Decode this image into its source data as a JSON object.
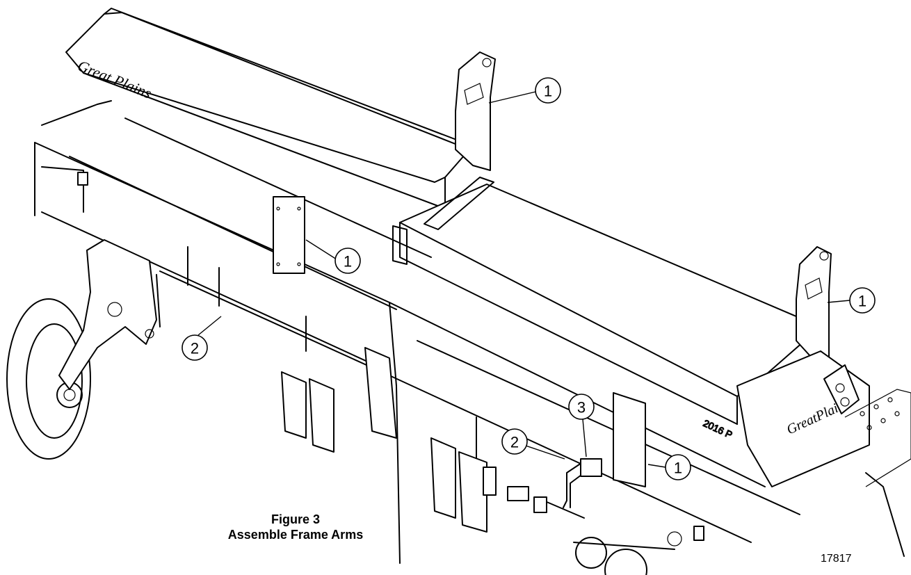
{
  "figure": {
    "title": "Figure 3",
    "subtitle": "Assemble Frame Arms",
    "drawing_number": "17817"
  },
  "brand": {
    "logo_text_left": "Great Plains",
    "logo_text_right": "GreatPlains",
    "model_text": "2016 P"
  },
  "callouts": [
    {
      "id": "c1",
      "label": "1"
    },
    {
      "id": "c2",
      "label": "1"
    },
    {
      "id": "c3",
      "label": "1"
    },
    {
      "id": "c4",
      "label": "1"
    },
    {
      "id": "c5",
      "label": "2"
    },
    {
      "id": "c6",
      "label": "2"
    },
    {
      "id": "c7",
      "label": "3"
    }
  ]
}
